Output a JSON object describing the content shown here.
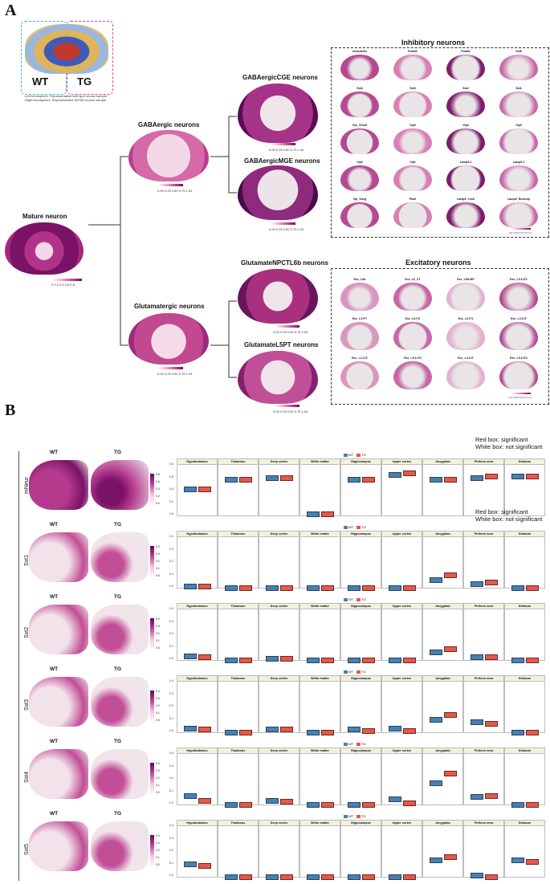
{
  "panelA": {
    "letter": "A",
    "inset": {
      "wt": "WT",
      "tg": "TG",
      "note1": "-Left hemisphere: Representative wild type mouse sample",
      "note2": "-Right hemisphere: Representative 5xFAD mouse sample"
    },
    "mature": {
      "title": "Mature neuron",
      "ticks": "0  0.2  0.4  0.6  0.8"
    },
    "gaba": {
      "title": "GABAergic neurons",
      "ticks": "0.00 0.25 0.50 0.75 1.00"
    },
    "glut": {
      "title": "Glutamatergic neurons",
      "ticks": "0.00 0.25 0.50 0.75 1.00"
    },
    "cge": {
      "title": "GABAergicCGE neurons",
      "ticks": "0.00 0.25 0.50 0.75 1.00"
    },
    "mge": {
      "title": "GABAergicMGE neurons",
      "ticks": "0.00 0.25 0.50 0.75 1.00"
    },
    "npc": {
      "title": "GlutamateNPCTL6b neurons",
      "ticks": "0.00 0.25 0.50 0.75 1.00"
    },
    "l5pt": {
      "title": "GlutamateL5PT neurons",
      "ticks": "0.00 0.25 0.50 0.75 1.00"
    },
    "inhibitory": {
      "title": "Inhibitory neurons",
      "labels": [
        "Chandelier",
        "Pvalb2",
        "Pvalb1",
        "Sst5",
        "Sst4",
        "Sst3",
        "Sst2",
        "Sst1",
        "Sst_Chodl",
        "Vip3",
        "Vip4",
        "Vip5",
        "Vip2",
        "Vip1",
        "Lamp5.2",
        "Lamp5.1",
        "Vip_Sncg",
        "Pax6",
        "Lamp5_Lhx6",
        "Lamp5_Rosehip"
      ],
      "ticks": "0.0 0.25 0.5 0.75 1.0"
    },
    "excitatory": {
      "title": "Excitatory neurons",
      "labels": [
        "Exc_L6b",
        "Exc_L6_CT",
        "Exc_L5/6.NP",
        "Exc_L5.6.IT1",
        "Exc_L5.PT",
        "Exc_L6.IT2",
        "Exc_L6.IT1",
        "Exc_L3.5.IT",
        "Exc_L2.3.IT",
        "Exc_L5.6.IT2",
        "Exc_L4.5.IT",
        "Exc_L5.6.IT2"
      ],
      "ticks": "0.0 0.25 0.5 0.75 1.0"
    }
  },
  "panelB": {
    "letter": "B",
    "note": {
      "red": "Red box: significant",
      "white": "White box: not significant"
    },
    "legend": {
      "wt": "WT",
      "tg": "TG"
    },
    "regions": [
      "Hypothalamus",
      "Thalamus",
      "Deep cortex",
      "White matter",
      "Hippocampus",
      "Upper cortex",
      "Amygdala",
      "Piriform area",
      "Striatum"
    ],
    "rows": [
      {
        "name": "mNeur",
        "wt": "WT",
        "tg": "TG",
        "yticks": [
          "0.8",
          "0.6",
          "0.4",
          "0.2",
          "0.0"
        ],
        "cbticks": [
          "0.8",
          "0.6",
          "0.4",
          "0.2",
          "0.0"
        ],
        "data": [
          [
            0.42,
            0.42
          ],
          [
            0.58,
            0.58
          ],
          [
            0.6,
            0.6
          ],
          [
            0.02,
            0.02
          ],
          [
            0.58,
            0.58
          ],
          [
            0.65,
            0.68
          ],
          [
            0.58,
            0.58
          ],
          [
            0.6,
            0.62
          ],
          [
            0.62,
            0.62
          ]
        ]
      },
      {
        "name": "Sst1",
        "wt": "WT",
        "tg": "TG",
        "yticks": [
          "0.4",
          "0.3",
          "0.2",
          "0.1",
          "0.0"
        ],
        "cbticks": [
          "0.4",
          "0.3",
          "0.2",
          "0.1",
          "0.0"
        ],
        "data": [
          [
            0.01,
            0.01
          ],
          [
            0.0,
            0.0
          ],
          [
            0.0,
            0.0
          ],
          [
            0.0,
            0.0
          ],
          [
            0.0,
            0.0
          ],
          [
            0.0,
            0.0
          ],
          [
            0.06,
            0.1
          ],
          [
            0.03,
            0.04
          ],
          [
            0.0,
            0.0
          ]
        ]
      },
      {
        "name": "Sst2",
        "wt": "WT",
        "tg": "TG",
        "yticks": [
          "0.4",
          "0.3",
          "0.2",
          "0.1",
          "0.0"
        ],
        "cbticks": [
          "0.4",
          "0.3",
          "0.2",
          "0.1",
          "0.0"
        ],
        "data": [
          [
            0.03,
            0.02
          ],
          [
            0.0,
            0.0
          ],
          [
            0.01,
            0.01
          ],
          [
            0.0,
            0.0
          ],
          [
            0.0,
            0.0
          ],
          [
            0.0,
            0.0
          ],
          [
            0.06,
            0.09
          ],
          [
            0.02,
            0.02
          ],
          [
            0.0,
            0.0
          ]
        ]
      },
      {
        "name": "Sst3",
        "wt": "WT",
        "tg": "TG",
        "yticks": [
          "0.4",
          "0.3",
          "0.2",
          "0.1",
          "0.0"
        ],
        "cbticks": [
          "0.4",
          "0.3",
          "0.2",
          "0.1",
          "0.0"
        ],
        "data": [
          [
            0.03,
            0.02
          ],
          [
            0.0,
            0.0
          ],
          [
            0.02,
            0.02
          ],
          [
            0.0,
            0.0
          ],
          [
            0.02,
            0.01
          ],
          [
            0.03,
            0.01
          ],
          [
            0.1,
            0.14
          ],
          [
            0.08,
            0.07
          ],
          [
            0.0,
            0.0
          ]
        ]
      },
      {
        "name": "Sst4",
        "wt": "WT",
        "tg": "TG",
        "yticks": [
          "0.4",
          "0.3",
          "0.2",
          "0.1",
          "0.0"
        ],
        "cbticks": [
          "0.4",
          "0.3",
          "0.2",
          "0.1",
          "0.0"
        ],
        "data": [
          [
            0.07,
            0.03
          ],
          [
            0.0,
            0.0
          ],
          [
            0.03,
            0.02
          ],
          [
            0.0,
            0.0
          ],
          [
            0.0,
            0.0
          ],
          [
            0.04,
            0.01
          ],
          [
            0.17,
            0.25
          ],
          [
            0.06,
            0.07
          ],
          [
            0.0,
            0.0
          ]
        ]
      },
      {
        "name": "Sst5",
        "wt": "WT",
        "tg": "TG",
        "yticks": [
          "0.4",
          "0.3",
          "0.2",
          "0.1",
          "0.0"
        ],
        "cbticks": [
          "0.4",
          "0.3",
          "0.2",
          "0.1",
          "0.0"
        ],
        "data": [
          [
            0.1,
            0.09
          ],
          [
            0.0,
            0.0
          ],
          [
            0.0,
            0.0
          ],
          [
            0.0,
            0.0
          ],
          [
            0.0,
            0.0
          ],
          [
            0.0,
            0.0
          ],
          [
            0.13,
            0.16
          ],
          [
            0.01,
            0.0
          ],
          [
            0.13,
            0.12
          ]
        ]
      }
    ]
  }
}
